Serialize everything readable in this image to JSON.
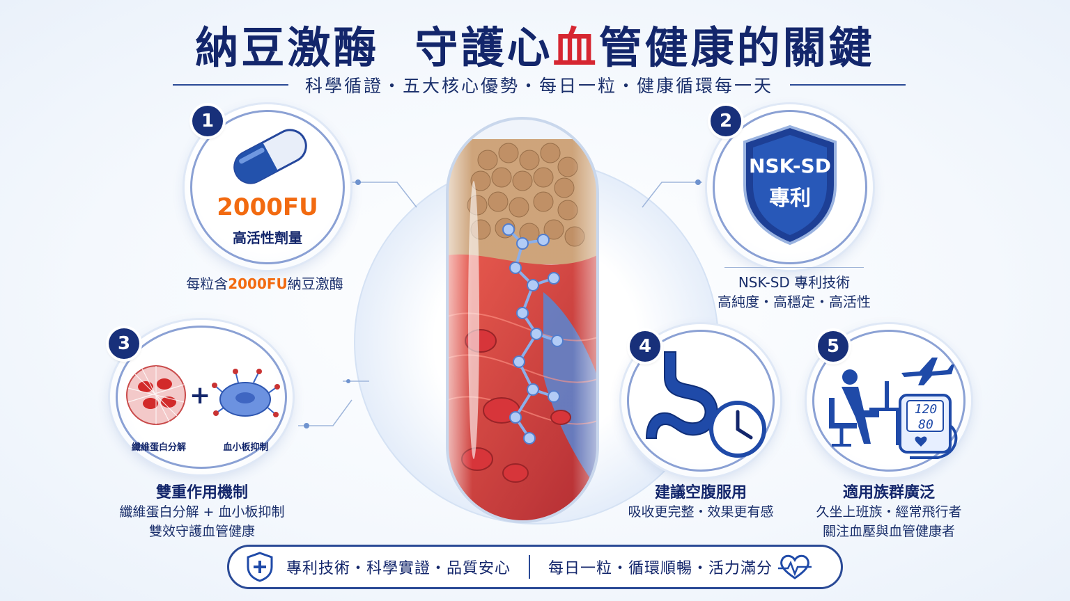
{
  "header": {
    "title_part1": "納豆激酶  守護心",
    "title_heart": "血",
    "title_part2": "管健康的關鍵",
    "subtitle": "科學循證・五大核心優勢・每日一粒・健康循環每一天"
  },
  "features": [
    {
      "number": "1",
      "badge_value": "2000FU",
      "badge_label": "高活性劑量",
      "caption_prefix": "每粒含",
      "caption_value": "2000FU",
      "caption_suffix": "納豆激酶"
    },
    {
      "number": "2",
      "shield_line1": "NSK-SD",
      "shield_line2": "專利",
      "caption_title": "NSK-SD 專利技術",
      "caption_body": "高純度・高穩定・高活性"
    },
    {
      "number": "3",
      "left_label": "纖維蛋白分解",
      "right_label": "血小板抑制",
      "plus": "+",
      "caption_title": "雙重作用機制",
      "caption_line1": "纖維蛋白分解 + 血小板抑制",
      "caption_line2": "雙效守護血管健康"
    },
    {
      "number": "4",
      "caption_title": "建議空腹服用",
      "caption_body": "吸收更完整・效果更有感"
    },
    {
      "number": "5",
      "bp_systolic": "120",
      "bp_diastolic": "80",
      "caption_title": "適用族群廣泛",
      "caption_line1": "久坐上班族・經常飛行者",
      "caption_line2": "關注血壓與血管健康者"
    }
  ],
  "footer": {
    "left_text": "專利技術・科學實證・品質安心",
    "right_text": "每日一粒・循環順暢・活力滿分"
  },
  "icons": [
    "capsule-icon",
    "shield-icon",
    "fibrin-ball-icon",
    "platelet-icon",
    "stomach-icon",
    "clock-icon",
    "office-worker-icon",
    "airplane-icon",
    "blood-pressure-monitor-icon",
    "heart-pulse-icon"
  ],
  "colors": {
    "navy": "#13266b",
    "accent_orange": "#f26a10",
    "heart_red": "#d62631",
    "blue": "#2b54b0"
  }
}
